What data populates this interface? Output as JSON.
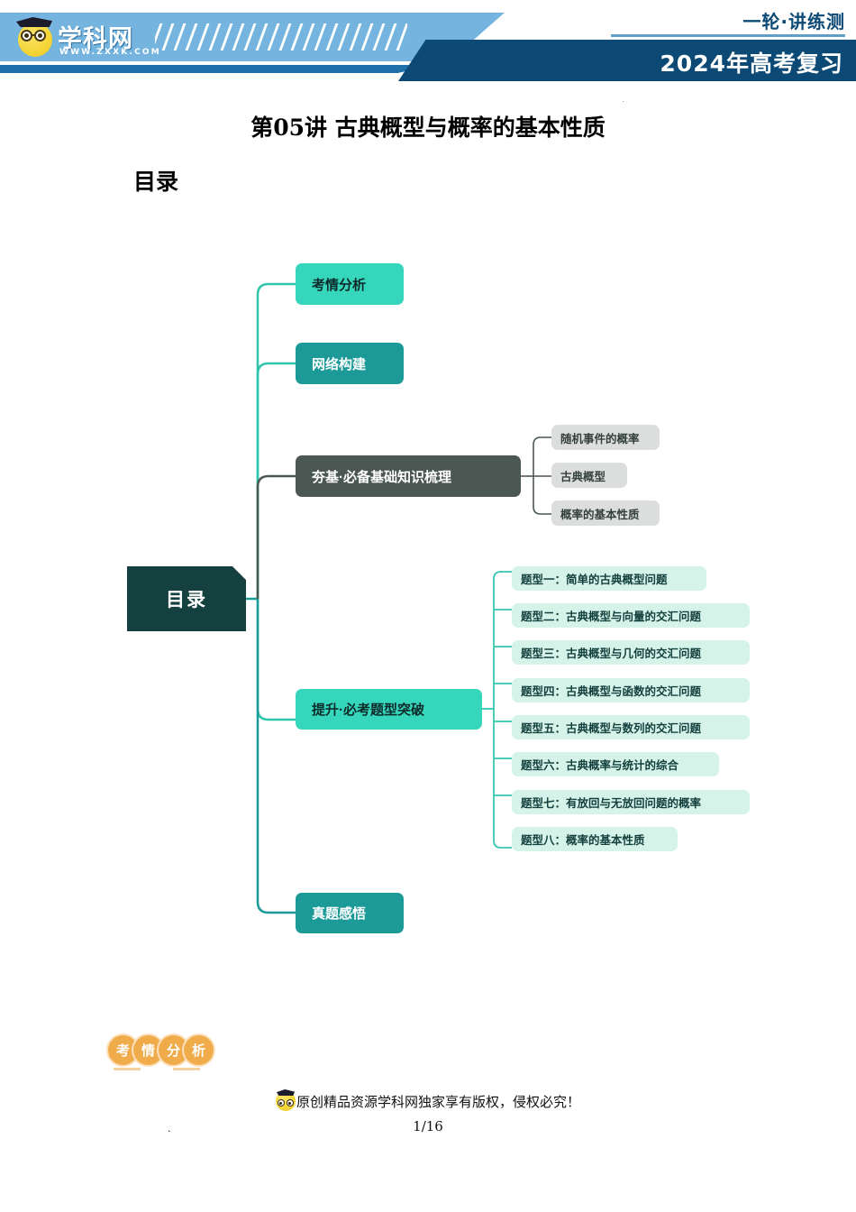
{
  "header": {
    "logo_text": "学科网",
    "logo_url": "WWW.ZXXK.COM",
    "sub_title": "一轮·讲练测",
    "main_title": "2024年高考复习"
  },
  "document": {
    "title": "第05讲 古典概型与概率的基本性质",
    "toc_label": "目录",
    "dot": "."
  },
  "mindmap": {
    "root": "目录",
    "branches": [
      {
        "label": "考情分析",
        "style": "bright"
      },
      {
        "label": "网络构建",
        "style": "teal"
      },
      {
        "label": "夯基·必备基础知识梳理",
        "style": "gray"
      },
      {
        "label": "提升·必考题型突破",
        "style": "bright"
      },
      {
        "label": "真题感悟",
        "style": "teal"
      }
    ],
    "foundation_children": [
      "随机事件的概率",
      "古典概型",
      "概率的基本性质"
    ],
    "question_types": [
      "题型一：简单的古典概型问题",
      "题型二：古典概型与向量的交汇问题",
      "题型三：古典概型与几何的交汇问题",
      "题型四：古典概型与函数的交汇问题",
      "题型五：古典概型与数列的交汇问题",
      "题型六：古典概率与统计的综合",
      "题型七：有放回与无放回问题的概率",
      "题型八：概率的基本性质"
    ]
  },
  "badge": {
    "chars": [
      "考",
      "情",
      "分",
      "析"
    ]
  },
  "footer": {
    "note": "原创精品资源学科网独家享有版权，侵权必究！",
    "page": "1/16"
  },
  "colors": {
    "header_light_blue": "#74b4de",
    "header_navy": "#0c4a75",
    "header_rule_blue": "#1f6fab",
    "root_dark_teal": "#14403f",
    "bright_teal": "#35d6bb",
    "deep_teal": "#1c9a98",
    "gray_node": "#4b5753",
    "sub_gray": "#dcdedd",
    "mint": "#d6f3ea",
    "badge_orange": "#f0ab4b"
  }
}
